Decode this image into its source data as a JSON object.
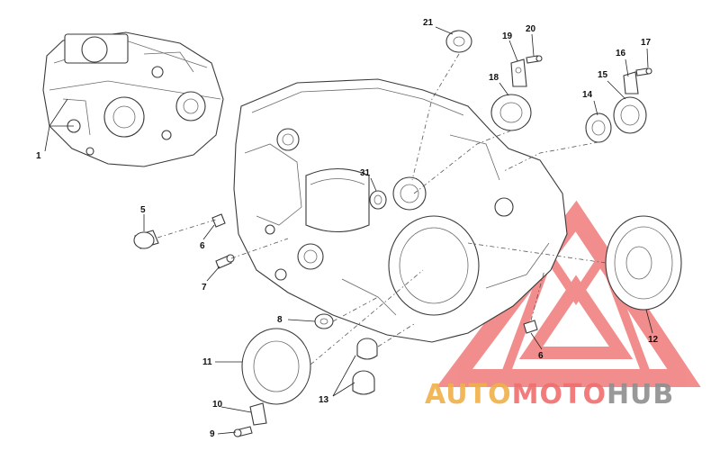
{
  "callouts": [
    {
      "id": "c1",
      "text": "1"
    },
    {
      "id": "c5",
      "text": "5"
    },
    {
      "id": "c6a",
      "text": "6"
    },
    {
      "id": "c6b",
      "text": "6"
    },
    {
      "id": "c7",
      "text": "7"
    },
    {
      "id": "c8",
      "text": "8"
    },
    {
      "id": "c9",
      "text": "9"
    },
    {
      "id": "c10",
      "text": "10"
    },
    {
      "id": "c11",
      "text": "11"
    },
    {
      "id": "c12",
      "text": "12"
    },
    {
      "id": "c13",
      "text": "13"
    },
    {
      "id": "c14",
      "text": "14"
    },
    {
      "id": "c15",
      "text": "15"
    },
    {
      "id": "c16",
      "text": "16"
    },
    {
      "id": "c17",
      "text": "17"
    },
    {
      "id": "c18",
      "text": "18"
    },
    {
      "id": "c19",
      "text": "19"
    },
    {
      "id": "c20",
      "text": "20"
    },
    {
      "id": "c21",
      "text": "21"
    },
    {
      "id": "c31",
      "text": "31"
    }
  ],
  "watermark": {
    "part1": "AUTO",
    "part2": "MOTO",
    "part3": "HUB",
    "colors": {
      "orange": "#f0b04a",
      "red": "#ef6e6e",
      "gray": "#8f8f8f"
    }
  },
  "colors": {
    "line": "#3a3a3a",
    "background": "#ffffff"
  }
}
